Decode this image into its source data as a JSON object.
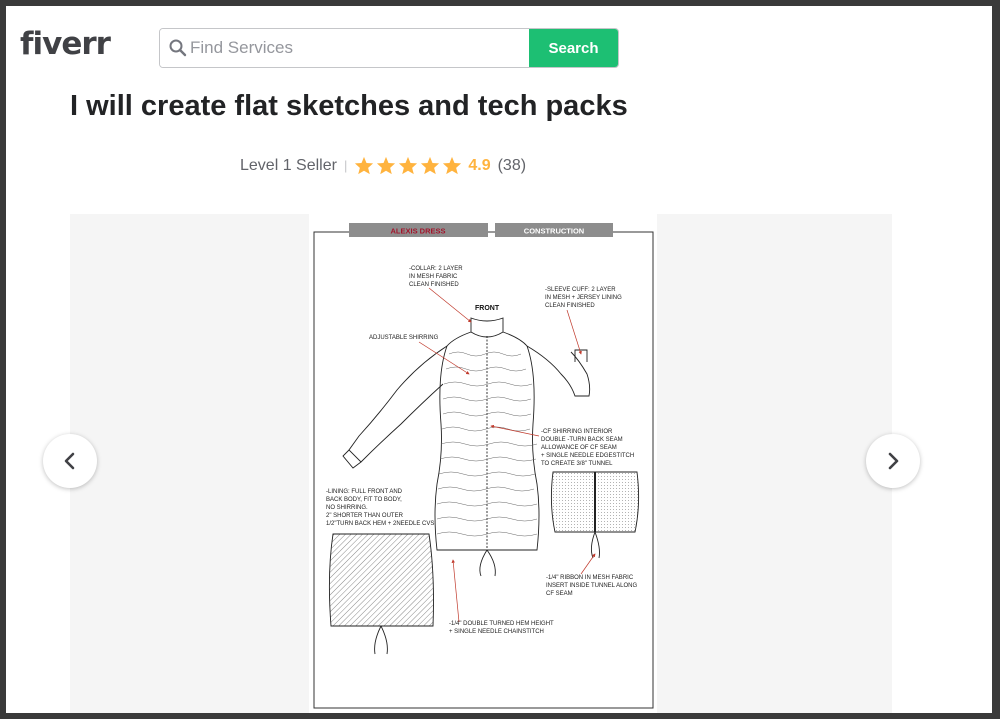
{
  "brand": {
    "logo": "fiverr"
  },
  "search": {
    "placeholder": "Find Services",
    "button_label": "Search"
  },
  "gig": {
    "title": "I will create flat sketches and tech packs",
    "seller_level": "Level 1 Seller",
    "separator": "|",
    "rating": "4.9",
    "reviews": "(38)",
    "star_count": 5
  },
  "sketch": {
    "header_left": "ALEXIS DRESS",
    "header_right": "CONSTRUCTION",
    "front_label": "FRONT",
    "notes": {
      "collar": [
        "-COLLAR: 2 LAYER",
        "IN MESH FABRIC",
        "CLEAN FINISHED"
      ],
      "sleeve": [
        "-SLEEVE CUFF: 2 LAYER",
        "IN MESH + JERSEY LINING",
        "CLEAN FINISHED"
      ],
      "shirring": [
        "ADJUSTABLE SHIRRING"
      ],
      "cf": [
        "-CF SHIRRING INTERIOR",
        "DOUBLE -TURN BACK SEAM",
        "ALLOWANCE OF  CF SEAM",
        "+ SINGLE NEEDLE EDGESTITCH",
        "TO CREATE 3/8\" TUNNEL"
      ],
      "lining": [
        "-LINING: FULL FRONT AND",
        "BACK BODY, FIT TO BODY,",
        "NO SHIRRING.",
        "2\" SHORTER THAN OUTER",
        "1/2\"TURN BACK HEM + 2NEEDLE CVS"
      ],
      "ribbon": [
        "-1/4\" RIBBON IN MESH FABRIC",
        "INSERT INSIDE TUNNEL ALONG",
        "CF SEAM"
      ],
      "hem": [
        "-1/4\" DOUBLE TURNED HEM HEIGHT",
        "+ SINGLE NEEDLE CHAINSTITCH"
      ]
    }
  },
  "colors": {
    "accent": "#1dbf73",
    "star": "#ffb33e",
    "title": "#222325",
    "logo": "#404145"
  },
  "icons": {
    "search": "search-icon",
    "star": "star-icon",
    "prev": "chevron-left-icon",
    "next": "chevron-right-icon"
  }
}
